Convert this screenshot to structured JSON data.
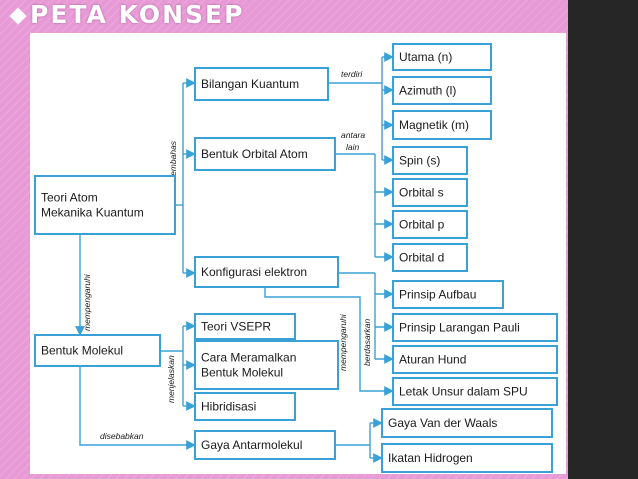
{
  "slide": {
    "title": "PETA KONSEP"
  },
  "concept_map": {
    "nodes": {
      "teori_atom": [
        "Teori Atom",
        "Mekanika Kuantum"
      ],
      "bilangan_kuantum": [
        "Bilangan Kuantum"
      ],
      "bentuk_orbital_atom": [
        "Bentuk Orbital Atom"
      ],
      "konfigurasi_elektron": [
        "Konfigurasi elektron"
      ],
      "utama": [
        "Utama (n)"
      ],
      "azimuth": [
        "Azimuth (l)"
      ],
      "magnetik": [
        "Magnetik (m)"
      ],
      "spin": [
        "Spin (s)"
      ],
      "orbital_s": [
        "Orbital s"
      ],
      "orbital_p": [
        "Orbital p"
      ],
      "orbital_d": [
        "Orbital d"
      ],
      "prinsip_aufbau": [
        "Prinsip Aufbau"
      ],
      "prinsip_pauli": [
        "Prinsip Larangan Pauli"
      ],
      "aturan_hund": [
        "Aturan Hund"
      ],
      "letak_unsur": [
        "Letak Unsur dalam SPU"
      ],
      "bentuk_molekul": [
        "Bentuk Molekul"
      ],
      "teori_vsepr": [
        "Teori VSEPR"
      ],
      "cara_meramalkan": [
        "Cara Meramalkan",
        "Bentuk Molekul"
      ],
      "hibridisasi": [
        "Hibridisasi"
      ],
      "gaya_antarmolekul": [
        "Gaya Antarmolekul"
      ],
      "gaya_van_der_waals": [
        "Gaya Van der Waals"
      ],
      "ikatan_hidrogen": [
        "Ikatan Hidrogen"
      ]
    },
    "link_labels": {
      "membahas": "membahas",
      "terdiri": "terdiri",
      "antara": "antara",
      "lain": "lain",
      "mempengaruhi_1": "mempengaruhi",
      "mempengaruhi_2": "mempengaruhi",
      "berdasarkan": "berdasarkan",
      "menjelaskan": "menjelaskan",
      "disebabkan": "disebabkan"
    }
  }
}
